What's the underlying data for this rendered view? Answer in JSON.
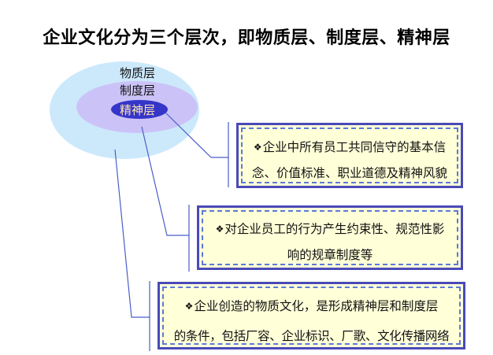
{
  "title": "企业文化分为三个层次，即物质层、制度层、精神层",
  "diagram": {
    "layers": [
      {
        "name": "物质层",
        "color": "#cce9fb"
      },
      {
        "name": "制度层",
        "color": "#cbc3f7"
      },
      {
        "name": "精神层",
        "color": "#3535c8"
      }
    ],
    "line_color": "#4a5ec8",
    "bullet": "❖",
    "descriptions": [
      {
        "layer": "精神层",
        "line1": "企业中所有员工共同信守的基本信",
        "line2": "念、价值标准、职业道德及精神风貌"
      },
      {
        "layer": "制度层",
        "line1": "对企业员工的行为产生约束性、规范性影",
        "line2": "响的规章制度等"
      },
      {
        "layer": "物质层",
        "line1": "企业创造的物质文化，是形成精神层和制度层",
        "line2": "的条件，包括厂容、企业标识、厂歌、文化传播网络"
      }
    ]
  }
}
